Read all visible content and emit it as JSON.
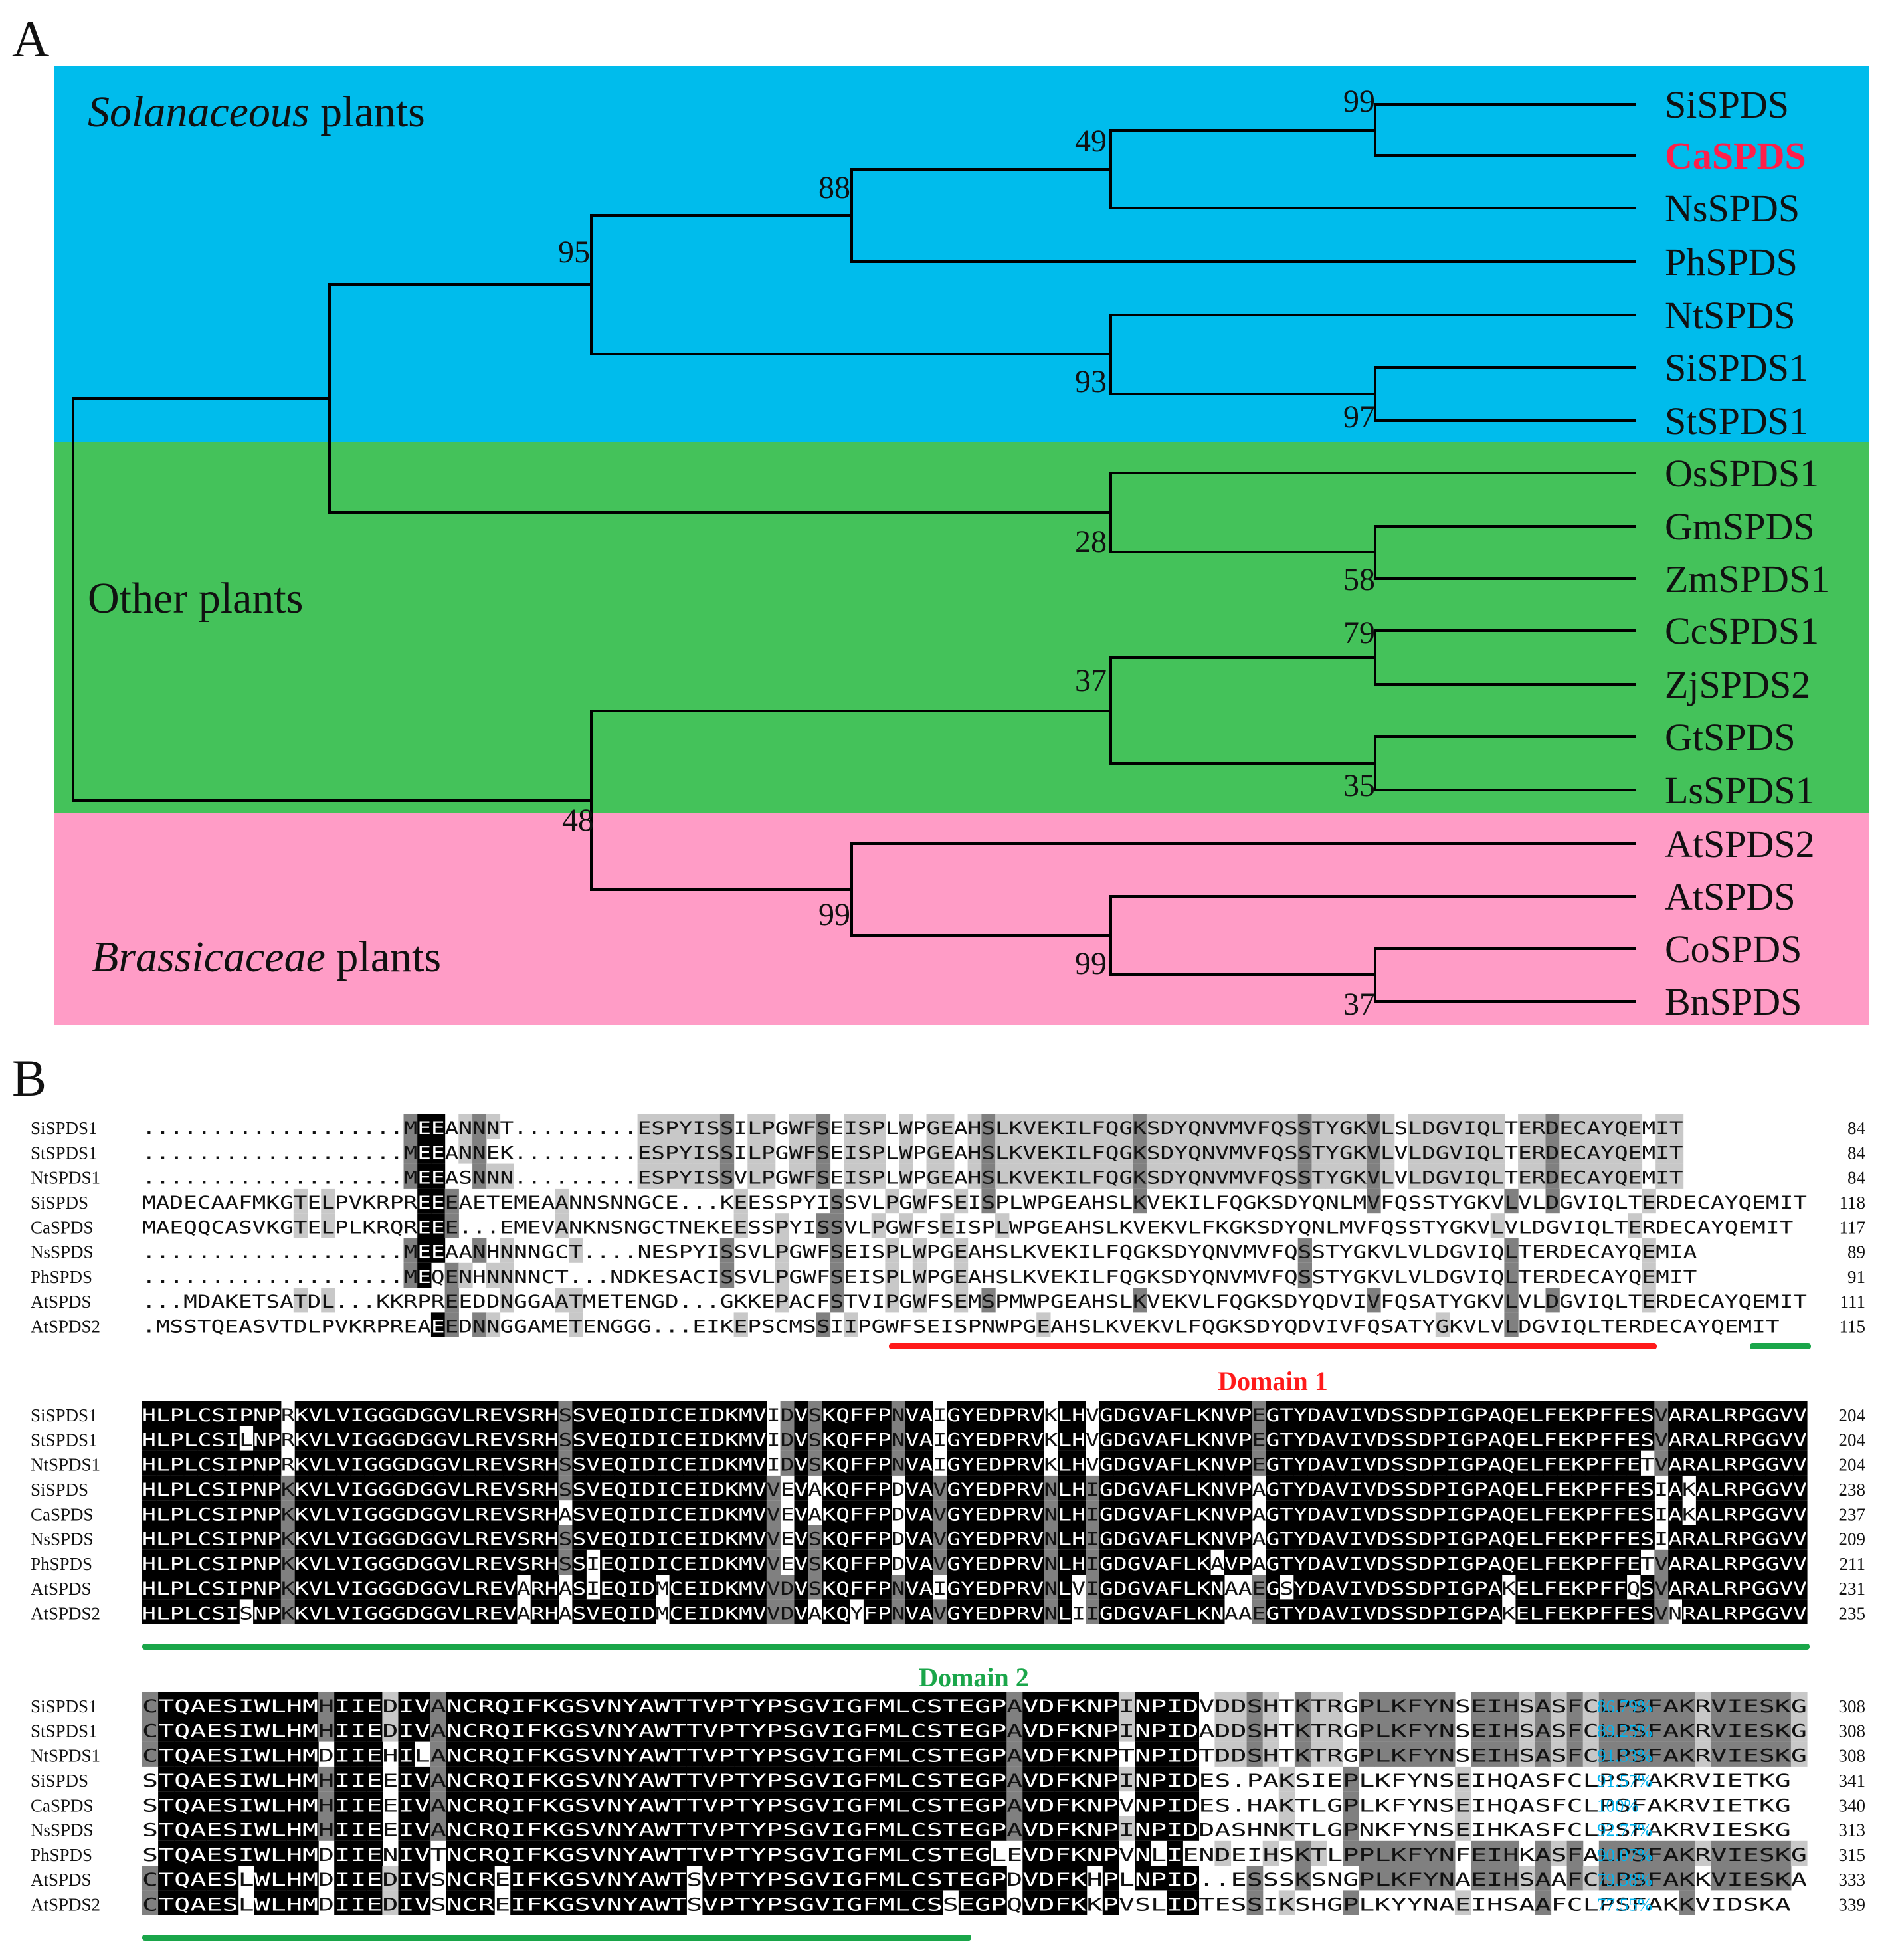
{
  "panel_a": {
    "letter": "A",
    "groups": [
      {
        "label_italic": "Solanaceous",
        "label_rest": " plants",
        "color": "#00bcec"
      },
      {
        "label_italic": "",
        "label_rest": "Other plants",
        "color": "#44c25a"
      },
      {
        "label_italic": "Brassicaceae",
        "label_rest": " plants",
        "color": "#ff9cc6"
      }
    ],
    "taxa": [
      "SiSPDS",
      "CaSPDS",
      "NsSPDS",
      "PhSPDS",
      "NtSPDS",
      "SiSPDS1",
      "StSPDS1",
      "OsSPDS1",
      "GmSPDS",
      "ZmSPDS1",
      "CcSPDS1",
      "ZjSPDS2",
      "GtSPDS",
      "LsSPDS1",
      "AtSPDS2",
      "AtSPDS",
      "CoSPDS",
      "BnSPDS"
    ],
    "highlight_taxon": "CaSPDS",
    "highlight_color": "#ff1f4a",
    "bootstrap": [
      "99",
      "49",
      "88",
      "95",
      "93",
      "97",
      "28",
      "58",
      "79",
      "37",
      "35",
      "48",
      "99",
      "99",
      "37"
    ]
  },
  "panel_b": {
    "letter": "B",
    "blocks": [
      {
        "rows": [
          {
            "name": "SiSPDS1",
            "seq": "...................MEEANNNT.........ESPYISSILPGWFSEISPLWPGEAHSLKVEKILFQGKSDYQNVMVFQSSTYGKVLSLDGVIQLTERDECAYQEMIT",
            "end": "84"
          },
          {
            "name": "StSPDS1",
            "seq": "...................MEEANNEK.........ESPYISSILPGWFSEISPLWPGEAHSLKVEKILFQGKSDYQNVMVFQSSTYGKVLVLDGVIQLTERDECAYQEMIT",
            "end": "84"
          },
          {
            "name": "NtSPDS1",
            "seq": "...................MEEASNNN.........ESPYISSVLPGWFSEISPLWPGEAHSLKVEKILFQGKSDYQNVMVFQSSTYGKVLVLDGVIQLTERDECAYQEMIT",
            "end": "84"
          },
          {
            "name": "SiSPDS",
            "seq": "MADECAAFMKGTELPVKRPREEEAETEMEAANNSNNGCE...KEESSPYISSVLPGWFSEISPLWPGEAHSLKVEKILFQGKSDYQNLMVFQSSTYGKVLVLDGVIQLTERDECAYQEMIT",
            "end": "118"
          },
          {
            "name": "CaSPDS",
            "seq": "MAEQQCASVKGTELPLKRQREEE...EMEVANKNSNGCTNEKEESSPYISSVLPGWFSEISPLWPGEAHSLKVEKVLFKGKSDYQNLMVFQSSTYGKVLVLDGVIQLTERDECAYQEMIT",
            "end": "117"
          },
          {
            "name": "NsSPDS",
            "seq": "...................MEEAANHNNNGCT....NESPYISSVLPGWFSEISPLWPGEAHSLKVEKILFQGKSDYQNVMVFQSSTYGKVLVLDGVIQLTERDECAYQEMIA",
            "end": "89"
          },
          {
            "name": "PhSPDS",
            "seq": "...................MEQENHNNNNCT...NDKESACISSVLPGWFSEISPLWPGEAHSLKVEKILFQGKSDYQNVMVFQSSTYGKVLVLDGVIQLTERDECAYQEMIT",
            "end": "91"
          },
          {
            "name": "AtSPDS",
            "seq": "...MDAKETSATDL...KKRPREEDDNGGAATMETENGD...GKKEPACFSTVIPGWFSEMSPMWPGEAHSLKVEKVLFQGKSDYQDVIVFQSATYGKVLVLDGVIQLTERDECAYQEMIT",
            "end": "111"
          },
          {
            "name": "AtSPDS2",
            "seq": ".MSSTQEASVTDLPVKRPREAEEDNNGGAMETENGGG...EIKEPSCMSSIIPGWFSEISPNWPGEAHSLKVEKVLFQGKSDYQDVIVFQSATYGKVLVLDGVIQLTERDECAYQEMIT",
            "end": "115"
          }
        ],
        "domain_label": "Domain 1"
      },
      {
        "rows": [
          {
            "name": "SiSPDS1",
            "seq": "HLPLCSIPNPRKVLVIGGGDGGVLREVSRHSSVEQIDICEIDKMVIDVSKQFFPNVAIGYEDPRVKLHVGDGVAFLKNVPEGTYDAVIVDSSDPIGPAQELFEKPFFESVARALRPGGVV",
            "end": "204"
          },
          {
            "name": "StSPDS1",
            "seq": "HLPLCSILNPRKVLVIGGGDGGVLREVSRHSSVEQIDICEIDKMVIDVSKQFFPNVAIGYEDPRVKLHVGDGVAFLKNVPEGTYDAVIVDSSDPIGPAQELFEKPFFESVARALRPGGVV",
            "end": "204"
          },
          {
            "name": "NtSPDS1",
            "seq": "HLPLCSIPNPRKVLVIGGGDGGVLREVSRHSSVEQIDICEIDKMVIDVSKQFFPNVAIGYEDPRVKLHVGDGVAFLKNVPEGTYDAVIVDSSDPIGPAQELFEKPFFETVARALRPGGVV",
            "end": "204"
          },
          {
            "name": "SiSPDS",
            "seq": "HLPLCSIPNPKKVLVIGGGDGGVLREVSRHSSVEQIDICEIDKMVVEVAKQFFPDVAVGYEDPRVNLHIGDGVAFLKNVPAGTYDAVIVDSSDPIGPAQELFEKPFFESIAKALRPGGVV",
            "end": "238"
          },
          {
            "name": "CaSPDS",
            "seq": "HLPLCSIPNPKKVLVIGGGDGGVLREVSRHASVEQIDICEIDKMVVEVAKQFFPDVAVGYEDPRVNLHIGDGVAFLKNVPAGTYDAVIVDSSDPIGPAQELFEKPFFESIAKALRPGGVV",
            "end": "237"
          },
          {
            "name": "NsSPDS",
            "seq": "HLPLCSIPNPKKVLVIGGGDGGVLREVSRHSSVEQIDICEIDKMVVEVSKQFFPDVAVGYEDPRVNLHIGDGVAFLKNVPAGTYDAVIVDSSDPIGPAQELFEKPFFESIARALRPGGVV",
            "end": "209"
          },
          {
            "name": "PhSPDS",
            "seq": "HLPLCSIPNPKKVLVIGGGDGGVLREVSRHSSIEQIDICEIDKMVVEVSKQFFPDVAVGYEDPRVNLHIGDGVAFLKAVPAGTYDAVIVDSSDPIGPAQELFEKPFFETVARALRPGGVV",
            "end": "211"
          },
          {
            "name": "AtSPDS",
            "seq": "HLPLCSIPNPKKVLVIGGGDGGVLREVARHASIEQIDMCEIDKMVVDVSKQFFPNVAIGYEDPRVNLVIGDGVAFLKNAAEGSYDAVIVDSSDPIGPAKELFEKPFFQSVARALRPGGVV",
            "end": "231"
          },
          {
            "name": "AtSPDS2",
            "seq": "HLPLCSISNPKKVLVIGGGDGGVLREVARHASVEQIDMCEIDKMVVDVAKQYFPNVAVGYEDPRVNLIIGDGVAFLKNAAEGTYDAVIVDSSDPIGPAKELFEKPFFESVNRALRPGGVV",
            "end": "235"
          }
        ],
        "domain_label": "Domain 2"
      },
      {
        "rows": [
          {
            "name": "SiSPDS1",
            "seq": "CTQAESIWLHMHIIEDIVANCRQIFKGSVNYAWTTVPTYPSGVIGFMLCSTEGPAVDFKNPINPIDVDDSHTKTRGPLKFYNSEIHSASFCLPSFAKRVIESKG",
            "pct": "86.79%",
            "end": "308"
          },
          {
            "name": "StSPDS1",
            "seq": "CTQAESIWLHMHIIEDIVANCRQIFKGSVNYAWTTVPTYPSGVIGFMLCSTEGPAVDFKNPINPIDADDSHTKTRGPLKFYNSEIHSASFCLPSFAKRVIESKG",
            "pct": "89.25%",
            "end": "308"
          },
          {
            "name": "NtSPDS1",
            "seq": "CTQAESIWLHMDIIEHILANCRQIFKGSVNYAWTTVPTYPSGVIGFMLCSTEGPAVDFKNPTNPIDTDDSHTKTRGPLKFYNSEIHSASFCLPSFAKRVIESKG",
            "pct": "91.33%",
            "end": "308"
          },
          {
            "name": "SiSPDS",
            "seq": "STQAESIWLHMHIIEEIVANCRQIFKGSVNYAWTTVPTYPSGVIGFMLCSTEGPAVDFKNPINPIDES.PAKSIEPLKFYNSEIHQASFCLPSFAKRVIETKG",
            "pct": "91.57%",
            "end": "341"
          },
          {
            "name": "CaSPDS",
            "seq": "STQAESIWLHMHIIEEIVANCRQIFKGSVNYAWTTVPTYPSGVIGFMLCSTEGPAVDFKNPVNPIDES.HAKTLGPLKFYNSEIHQASFCLPSFAKRVIETKG",
            "pct": "100%",
            "end": "340"
          },
          {
            "name": "NsSPDS",
            "seq": "STQAESIWLHMHIIEEIVANCRQIFKGSVNYAWTTVPTYPSGVIGFMLCSTEGPAVDFKNPINPIDDASHNKTLGPNKFYNSEIHKASFCLPSFAKRVIESKG",
            "pct": "92.77%",
            "end": "313"
          },
          {
            "name": "PhSPDS",
            "seq": "STQAESIWLHMDIIENIVTNCRQIFKGSVNYAWTTVPTYPSGVIGFMLCSTEGLEVDFKNPVNLIENDEIHSKTLPPLKFYNFEIHKASFALPSFAKRVIESKG",
            "pct": "90.07%",
            "end": "315"
          },
          {
            "name": "AtSPDS",
            "seq": "CTQAESLWLHMDIIEDIVSNCREIFKGSVNYAWTSVPTYPSGVIGFMLCSTEGPDVDFKHPLNPID..ESSSKSNGPLKFYNAEIHSAAFCLPSFAKKVIESKA",
            "pct": "79.38%",
            "end": "333"
          },
          {
            "name": "AtSPDS2",
            "seq": "CTQAESLWLHMDIIEDIVSNCREIFKGSVNYAWTSVPTYPSGVIGFMLCSSEGPQVDFKKPVSLIDTESSIKSHGPLKYYNAEIHSAAFCLPSFAKKVIDSKA",
            "pct": "77.55%",
            "end": "339"
          }
        ],
        "domain_label": ""
      }
    ],
    "colors": {
      "domain1": "#ff1a1a",
      "domain2": "#1aa64a",
      "percent": "#00b4f0",
      "identical_bg": "#000000",
      "similar_bg": "#808080",
      "weak_bg": "#c8c8c8"
    }
  }
}
